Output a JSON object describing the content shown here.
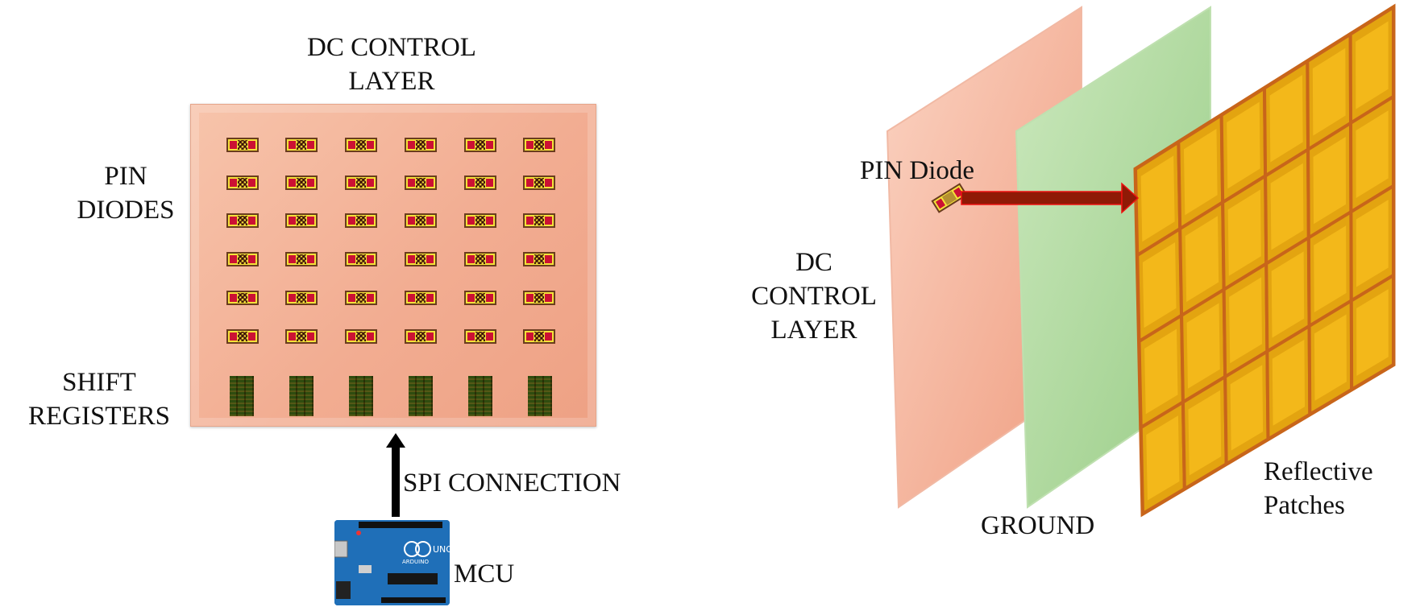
{
  "left": {
    "title_lines": [
      "DC CONTROL",
      "LAYER"
    ],
    "pin_label_lines": [
      "PIN",
      "DIODES"
    ],
    "shift_label_lines": [
      "SHIFT",
      "REGISTERS"
    ],
    "spi_label": "SPI CONNECTION",
    "mcu_label": "MCU",
    "diode_rows": 6,
    "diode_cols": 6,
    "shift_register_count": 6,
    "board_color": "#f2ad92",
    "diode_color": "#f4e23a",
    "pad_color": "#cc1133",
    "mcu_logo": "UNO",
    "mcu_maker": "ARDUINO"
  },
  "right": {
    "pin_diode_label": "PIN Diode",
    "dc_label_lines": [
      "DC",
      "CONTROL",
      "LAYER"
    ],
    "ground_label": "GROUND",
    "patches_label_lines": [
      "Reflective",
      "Patches"
    ],
    "patch_rows": 4,
    "patch_cols": 6,
    "dc_layer_color": "#f3b39c",
    "ground_layer_color": "#a8d596",
    "patch_color": "#f3b81a",
    "patch_border_color": "#c8651a",
    "arrow_color": "#8f1a06"
  }
}
